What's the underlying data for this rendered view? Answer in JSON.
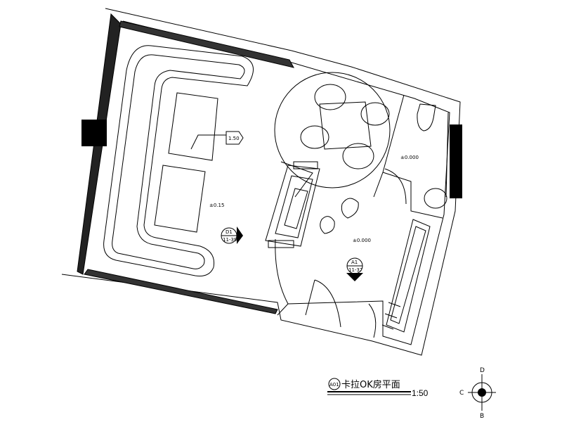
{
  "drawing": {
    "title_code": "A01",
    "title_text": "卡拉OK房平面",
    "scale": "1:50"
  },
  "elevations": {
    "ceiling": "1.50",
    "lounge": "±0.15",
    "bath": "±0.000",
    "entry": "±0.000"
  },
  "symbols": {
    "d1": {
      "top": "D1",
      "bottom": "11-39"
    },
    "a1": {
      "top": "A1",
      "bottom": "11-37"
    }
  },
  "compass": {
    "top": "D",
    "bottom": "B",
    "left": "C"
  },
  "colors": {
    "line": "#000000",
    "wall": "#1a1a1a",
    "column": "#000000"
  }
}
